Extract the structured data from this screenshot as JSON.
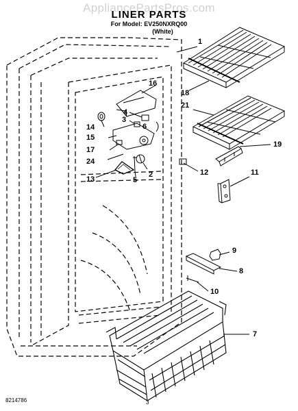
{
  "watermark": "AppliancePartsPros.com",
  "header": {
    "title": "LINER PARTS",
    "model_line": "For Model: EV250NXRQ00",
    "color_note": "(White)"
  },
  "callouts": [
    "1",
    "18",
    "21",
    "19",
    "16",
    "4",
    "3",
    "6",
    "14",
    "15",
    "17",
    "24",
    "13",
    "5",
    "2",
    "12",
    "11",
    "9",
    "8",
    "10",
    "7"
  ],
  "footer": {
    "doc_number": "8214786",
    "page_number": "3"
  }
}
